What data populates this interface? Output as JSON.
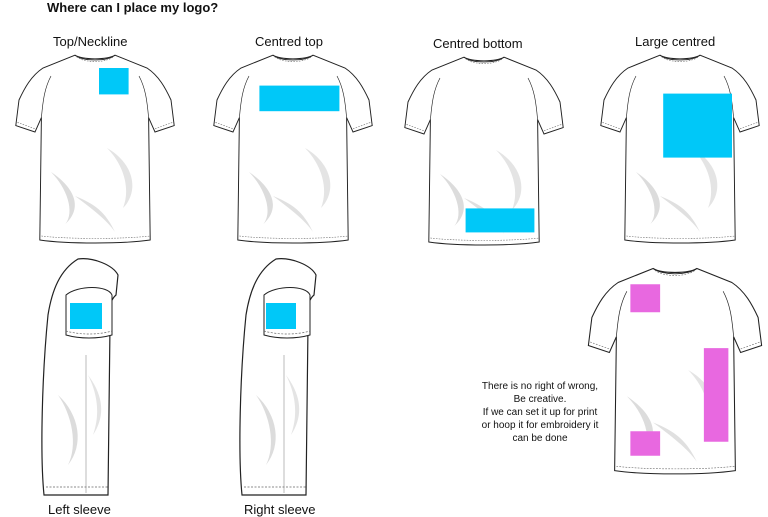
{
  "page": {
    "title": "Where can I place my logo?"
  },
  "placements": [
    {
      "label": "Top/Neckline",
      "color": "#00c8f8"
    },
    {
      "label": "Centred top",
      "color": "#00c8f8"
    },
    {
      "label": "Centred bottom",
      "color": "#00c8f8"
    },
    {
      "label": "Large centred",
      "color": "#00c8f8"
    },
    {
      "label": "Left sleeve",
      "color": "#00c8f8"
    },
    {
      "label": "Right sleeve",
      "color": "#00c8f8"
    }
  ],
  "creative": {
    "color": "#e868e0",
    "note_lines": [
      "There is no right of wrong,",
      "Be creative.",
      "If we can set it up for print",
      "or hoop it for embroidery it",
      "can be done"
    ]
  },
  "colors": {
    "logo_area": "#00c8f8",
    "creative_area": "#e868e0",
    "shirt_outline": "#222222",
    "shirt_fill": "#ffffff",
    "shirt_shade": "#dcdcdc"
  }
}
